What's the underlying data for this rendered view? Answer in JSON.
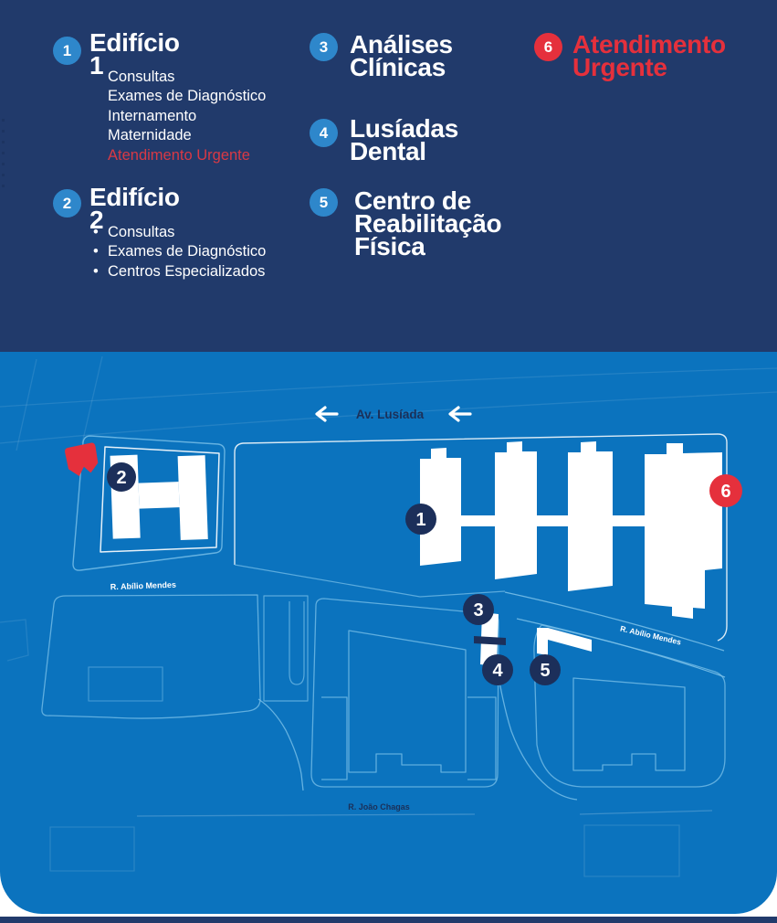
{
  "colors": {
    "panel_navy": "#213a6b",
    "map_blue": "#0b73be",
    "badge_blue": "#2e87cb",
    "marker_navy": "#1c2f5a",
    "accent_red": "#e5303c",
    "subitem_red": "#d93945",
    "outline_blue": "#7cc2ea",
    "street_navy": "#1b3059",
    "building_white": "#ffffff"
  },
  "legend": {
    "items": [
      {
        "number": "1",
        "title": "Edifício 1",
        "subitems": [
          "Consultas",
          "Exames de Diagnóstico",
          "Internamento",
          "Maternidade",
          "Atendimento Urgente"
        ]
      },
      {
        "number": "2",
        "title": "Edifício 2",
        "subitems": [
          "Consultas",
          "Exames de Diagnóstico",
          "Centros Especializados"
        ]
      },
      {
        "number": "3",
        "title_line1": "Análises",
        "title_line2": "Clínicas"
      },
      {
        "number": "4",
        "title_line1": "Lusíadas",
        "title_line2": "Dental"
      },
      {
        "number": "5",
        "title_line1": "Centro de",
        "title_line2": "Reabilitação",
        "title_line3": "Física"
      },
      {
        "number": "6",
        "title_line1": "Atendimento",
        "title_line2": "Urgente"
      }
    ]
  },
  "map": {
    "streets": {
      "avenida": "Av. Lusíada",
      "abilio_mendes_left": "R. Abílio Mendes",
      "abilio_mendes_right": "R. Abílio Mendes",
      "joao_chagas": "R. João Chagas"
    },
    "markers": [
      {
        "number": "1"
      },
      {
        "number": "2"
      },
      {
        "number": "3"
      },
      {
        "number": "4"
      },
      {
        "number": "5"
      },
      {
        "number": "6"
      }
    ]
  }
}
